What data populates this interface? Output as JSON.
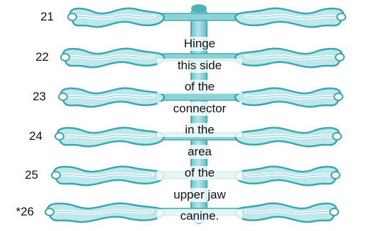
{
  "product": {
    "colors": {
      "strap_fill": "#bfe8ec",
      "strap_edge": "#3aa7ae",
      "strap_highlight": "#e9f8f9",
      "connector_fill": "#8fd2d6",
      "connector_edge": "#47adb3"
    },
    "rows": [
      {
        "label": "21"
      },
      {
        "label": "22"
      },
      {
        "label": "23"
      },
      {
        "label": "24"
      },
      {
        "label": "25"
      },
      {
        "label": "*26"
      }
    ],
    "note_lines": [
      "Hinge",
      "this side",
      "of the",
      "connector",
      "in the",
      "area",
      "of the",
      "upper jaw",
      "canine."
    ]
  }
}
